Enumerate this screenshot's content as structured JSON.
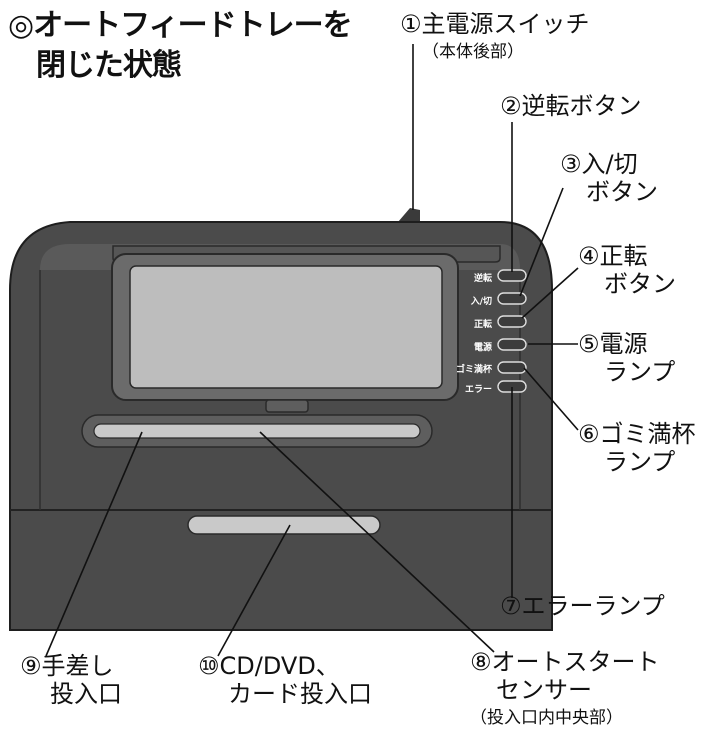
{
  "title": {
    "line1": "◎オートフィードトレーを",
    "line2": "閉じた状態"
  },
  "callouts": [
    {
      "num": "①",
      "line1": "主電源スイッチ",
      "line2": "（本体後部）"
    },
    {
      "num": "②",
      "line1": "逆転ボタン"
    },
    {
      "num": "③",
      "line1": "入/切",
      "line2": "ボタン"
    },
    {
      "num": "④",
      "line1": "正転",
      "line2": "ボタン"
    },
    {
      "num": "⑤",
      "line1": "電源",
      "line2": "ランプ"
    },
    {
      "num": "⑥",
      "line1": "ゴミ満杯",
      "line2": "ランプ"
    },
    {
      "num": "⑦",
      "line1": "エラーランプ"
    },
    {
      "num": "⑧",
      "line1": "オートスタート",
      "line2": "センサー",
      "line3": "（投入口内中央部）"
    },
    {
      "num": "⑨",
      "line1": "手差し",
      "line2": "投入口"
    },
    {
      "num": "⑩",
      "line1": "CD/DVD、",
      "line2": "カード投入口"
    }
  ],
  "panel_labels": [
    "逆転",
    "入/切",
    "正転",
    "電源",
    "ゴミ満杯",
    "エラー"
  ]
}
